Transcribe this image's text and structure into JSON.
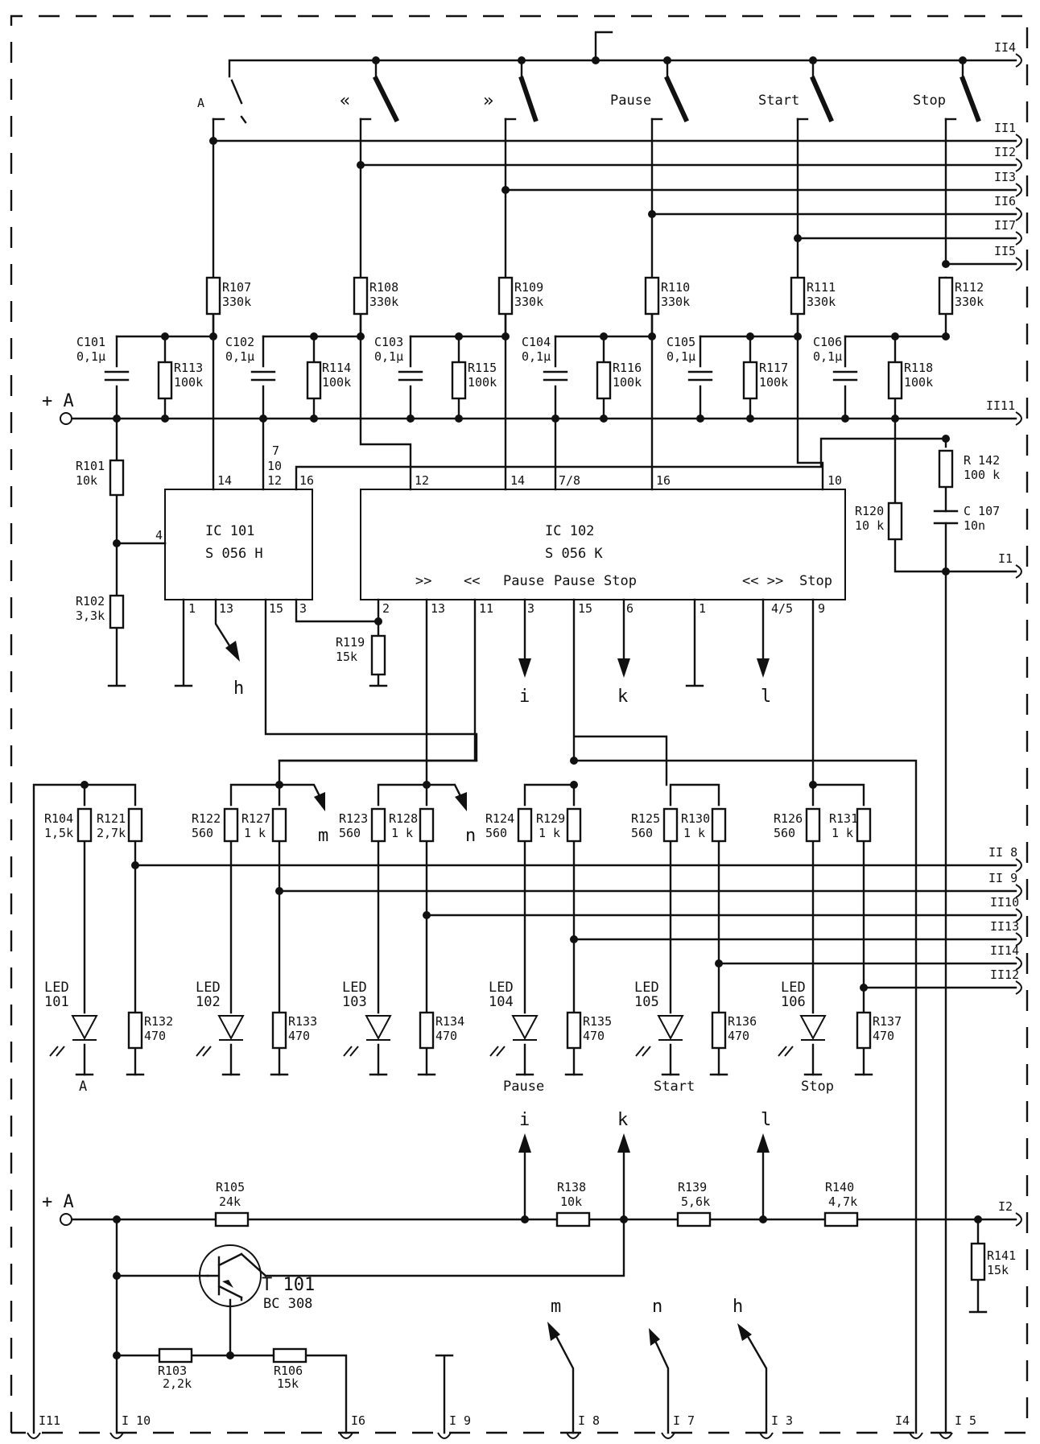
{
  "colors": {
    "ink": "#111111",
    "paper": "#ffffff"
  },
  "ics": {
    "ic101": {
      "name": "IC 101",
      "type": "S 056 H"
    },
    "ic102": {
      "name": "IC 102",
      "type": "S 056 K",
      "inner_labels": [
        ">>",
        "<<",
        "Pause",
        "Pause",
        "Stop",
        "<< >>",
        "Stop"
      ]
    }
  },
  "pins": {
    "ic101_top": [
      "14",
      "7",
      "10",
      "12",
      "16"
    ],
    "ic101_left": "4",
    "ic101_bottom": [
      "1",
      "13",
      "15",
      "3"
    ],
    "ic102_top": [
      "12",
      "14",
      "7/8",
      "16",
      "10"
    ],
    "ic102_bottom": [
      "2",
      "13",
      "11",
      "3",
      "15",
      "6",
      "1",
      "4/5",
      "9"
    ]
  },
  "switches": [
    "A",
    "«",
    "»",
    "Pause",
    "Start",
    "Stop"
  ],
  "resistors": {
    "R107": [
      "R107",
      "330k"
    ],
    "R108": [
      "R108",
      "330k"
    ],
    "R109": [
      "R109",
      "330k"
    ],
    "R110": [
      "R110",
      "330k"
    ],
    "R111": [
      "R111",
      "330k"
    ],
    "R112": [
      "R112",
      "330k"
    ],
    "R113": [
      "R113",
      "100k"
    ],
    "R114": [
      "R114",
      "100k"
    ],
    "R115": [
      "R115",
      "100k"
    ],
    "R116": [
      "R116",
      "100k"
    ],
    "R117": [
      "R117",
      "100k"
    ],
    "R118": [
      "R118",
      "100k"
    ],
    "R101": [
      "R101",
      "10k"
    ],
    "R102": [
      "R102",
      "3,3k"
    ],
    "R119": [
      "R119",
      "15k"
    ],
    "R142": [
      "R 142",
      "100 k"
    ],
    "R120": [
      "R120",
      "10 k"
    ],
    "R104": [
      "R104",
      "1,5k"
    ],
    "R121": [
      "R121",
      "2,7k"
    ],
    "R122": [
      "R122",
      "560"
    ],
    "R127": [
      "R127",
      "1 k"
    ],
    "R123": [
      "R123",
      "560"
    ],
    "R128": [
      "R128",
      "1 k"
    ],
    "R124": [
      "R124",
      "560"
    ],
    "R129": [
      "R129",
      "1 k"
    ],
    "R125": [
      "R125",
      "560"
    ],
    "R130": [
      "R130",
      "1 k"
    ],
    "R126": [
      "R126",
      "560"
    ],
    "R131": [
      "R131",
      "1 k"
    ],
    "R132": [
      "R132",
      "470"
    ],
    "R133": [
      "R133",
      "470"
    ],
    "R134": [
      "R134",
      "470"
    ],
    "R135": [
      "R135",
      "470"
    ],
    "R136": [
      "R136",
      "470"
    ],
    "R137": [
      "R137",
      "470"
    ],
    "R105": [
      "R105",
      "24k"
    ],
    "R138": [
      "R138",
      "10k"
    ],
    "R139": [
      "R139",
      "5,6k"
    ],
    "R140": [
      "R140",
      "4,7k"
    ],
    "R141": [
      "R141",
      "15k"
    ],
    "R103": [
      "R103",
      "2,2k"
    ],
    "R106": [
      "R106",
      "15k"
    ]
  },
  "capacitors": {
    "C101": [
      "C101",
      "0,1µ"
    ],
    "C102": [
      "C102",
      "0,1µ"
    ],
    "C103": [
      "C103",
      "0,1µ"
    ],
    "C104": [
      "C104",
      "0,1µ"
    ],
    "C105": [
      "C105",
      "0,1µ"
    ],
    "C106": [
      "C106",
      "0,1µ"
    ],
    "C107": [
      "C 107",
      "10n"
    ]
  },
  "leds": [
    {
      "ref": "LED",
      "num": "101",
      "caption": "A"
    },
    {
      "ref": "LED",
      "num": "102",
      "caption": ""
    },
    {
      "ref": "LED",
      "num": "103",
      "caption": ""
    },
    {
      "ref": "LED",
      "num": "104",
      "caption": "Pause"
    },
    {
      "ref": "LED",
      "num": "105",
      "caption": "Start"
    },
    {
      "ref": "LED",
      "num": "106",
      "caption": "Stop"
    }
  ],
  "transistor": {
    "ref": "T 101",
    "type": "BC 308"
  },
  "supply": "+ A",
  "connectors_right": [
    "II4",
    "II1",
    "II2",
    "II3",
    "II6",
    "II7",
    "II5",
    "II11",
    "I1",
    "II 8",
    "II 9",
    "II10",
    "II13",
    "II14",
    "II12",
    "I2"
  ],
  "connectors_bottom": [
    "I11",
    "I 10",
    "I6",
    "I 9",
    "I 8",
    "I 7",
    "I 3",
    "I4",
    "I 5"
  ],
  "nets": {
    "h": "h",
    "i": "i",
    "k": "k",
    "l": "l",
    "m": "m",
    "n": "n"
  }
}
